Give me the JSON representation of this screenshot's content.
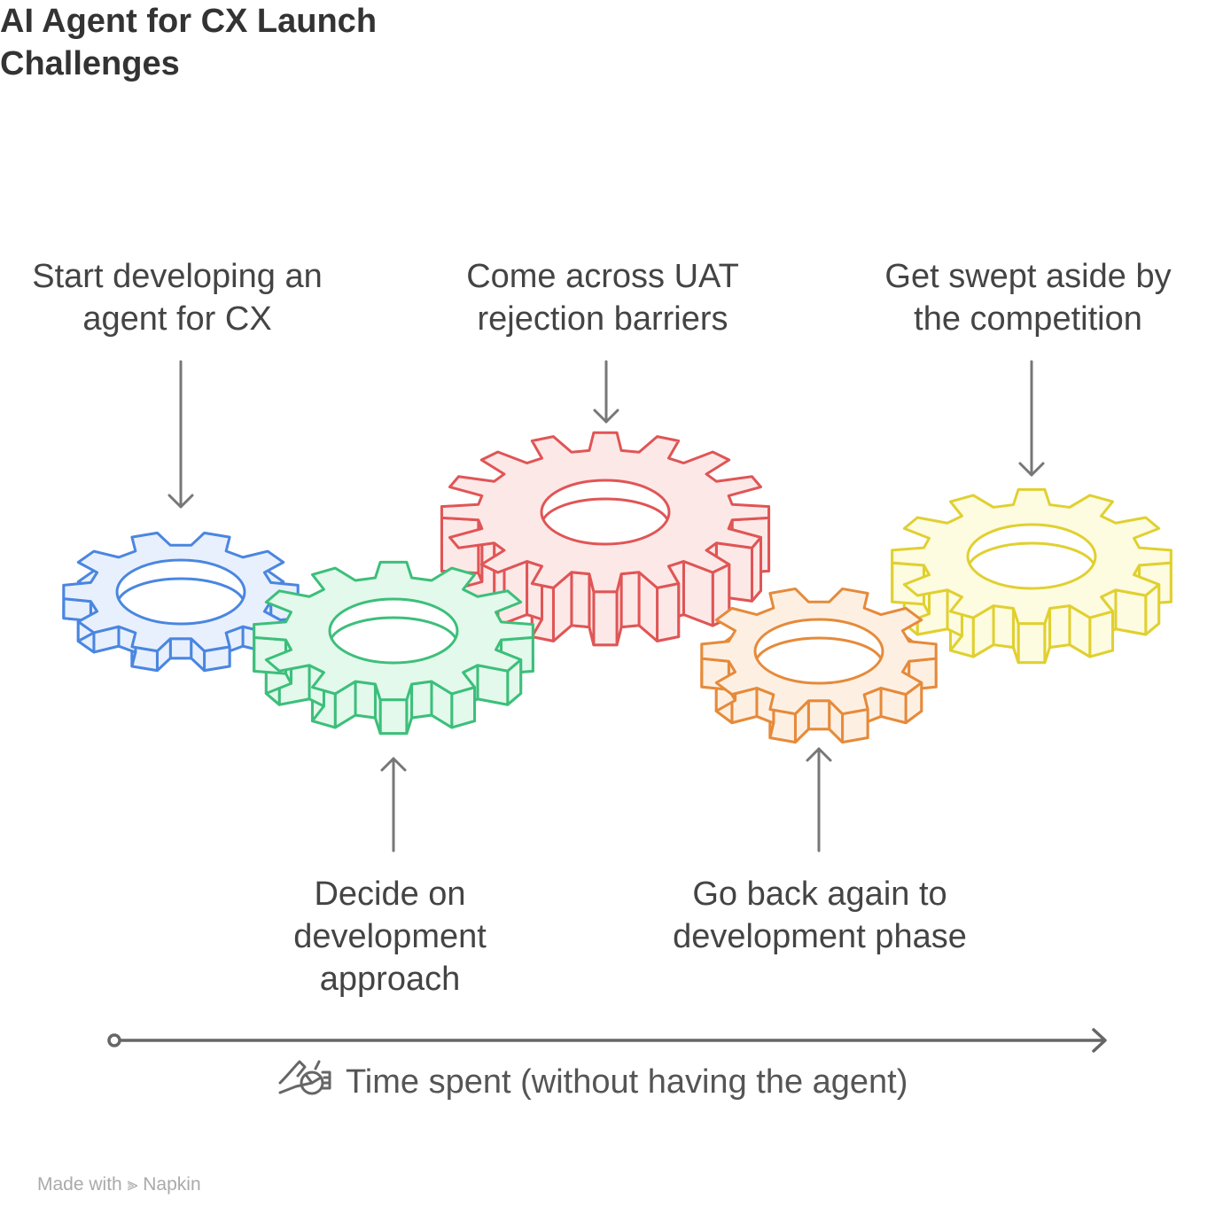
{
  "title": "AI Agent for CX Launch Challenges",
  "steps": [
    {
      "label": "Start developing an agent for CX",
      "color": "#4a86e0",
      "fill": "#e8f0fd"
    },
    {
      "label": "Decide on development approach",
      "color": "#3cbf7a",
      "fill": "#e3f9ec"
    },
    {
      "label": "Come across UAT rejection barriers",
      "color": "#e05555",
      "fill": "#fde8e8"
    },
    {
      "label": "Go back again to development phase",
      "color": "#e68a3a",
      "fill": "#fdf0e3"
    },
    {
      "label": "Get swept aside by the competition",
      "color": "#e0d030",
      "fill": "#fdfbe0"
    }
  ],
  "axis": {
    "label": "Time spent (without having the agent)",
    "icon": "hand-stopwatch-icon"
  },
  "credit": {
    "prefix": "Made with",
    "brand": "Napkin"
  }
}
